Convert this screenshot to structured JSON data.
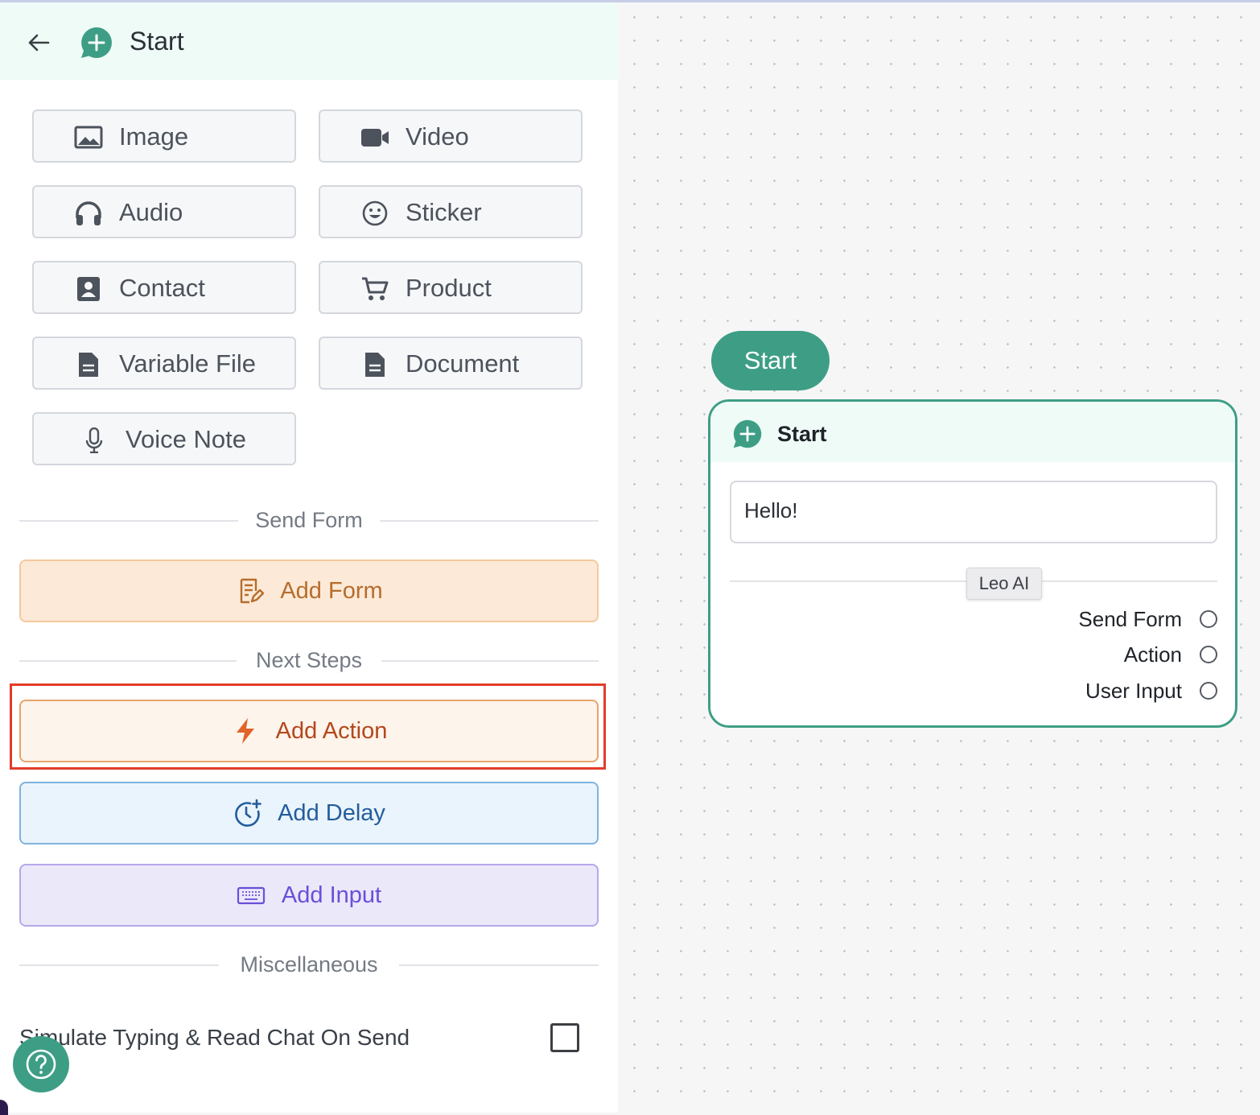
{
  "panel": {
    "title": "Start",
    "media_buttons": [
      {
        "label": "Image",
        "icon": "image-icon"
      },
      {
        "label": "Video",
        "icon": "video-camera-icon"
      },
      {
        "label": "Audio",
        "icon": "headphones-icon"
      },
      {
        "label": "Sticker",
        "icon": "smiley-face-icon"
      },
      {
        "label": "Contact",
        "icon": "contact-card-icon"
      },
      {
        "label": "Product",
        "icon": "shopping-cart-icon"
      },
      {
        "label": "Variable File",
        "icon": "document-icon"
      },
      {
        "label": "Document",
        "icon": "document-icon"
      },
      {
        "label": "Voice Note",
        "icon": "microphone-icon"
      }
    ],
    "sections": {
      "send_form": "Send Form",
      "next_steps": "Next Steps",
      "misc": "Miscellaneous"
    },
    "buttons": {
      "add_form": "Add Form",
      "add_action": "Add Action",
      "add_delay": "Add Delay",
      "add_input": "Add Input"
    },
    "simulate_typing": {
      "label": "Simulate Typing & Read Chat On Send",
      "checked": false
    }
  },
  "canvas": {
    "start_pill": "Start",
    "node": {
      "title": "Start",
      "message": "Hello!",
      "chip": "Leo AI",
      "outputs": [
        "Send Form",
        "Action",
        "User Input"
      ]
    }
  },
  "colors": {
    "brand": "#3e9e85",
    "highlight": "#e23c2a",
    "form": "#fce9d7",
    "action": "#fdf4ec",
    "delay": "#eaf4fc",
    "input": "#ebe8fa"
  }
}
